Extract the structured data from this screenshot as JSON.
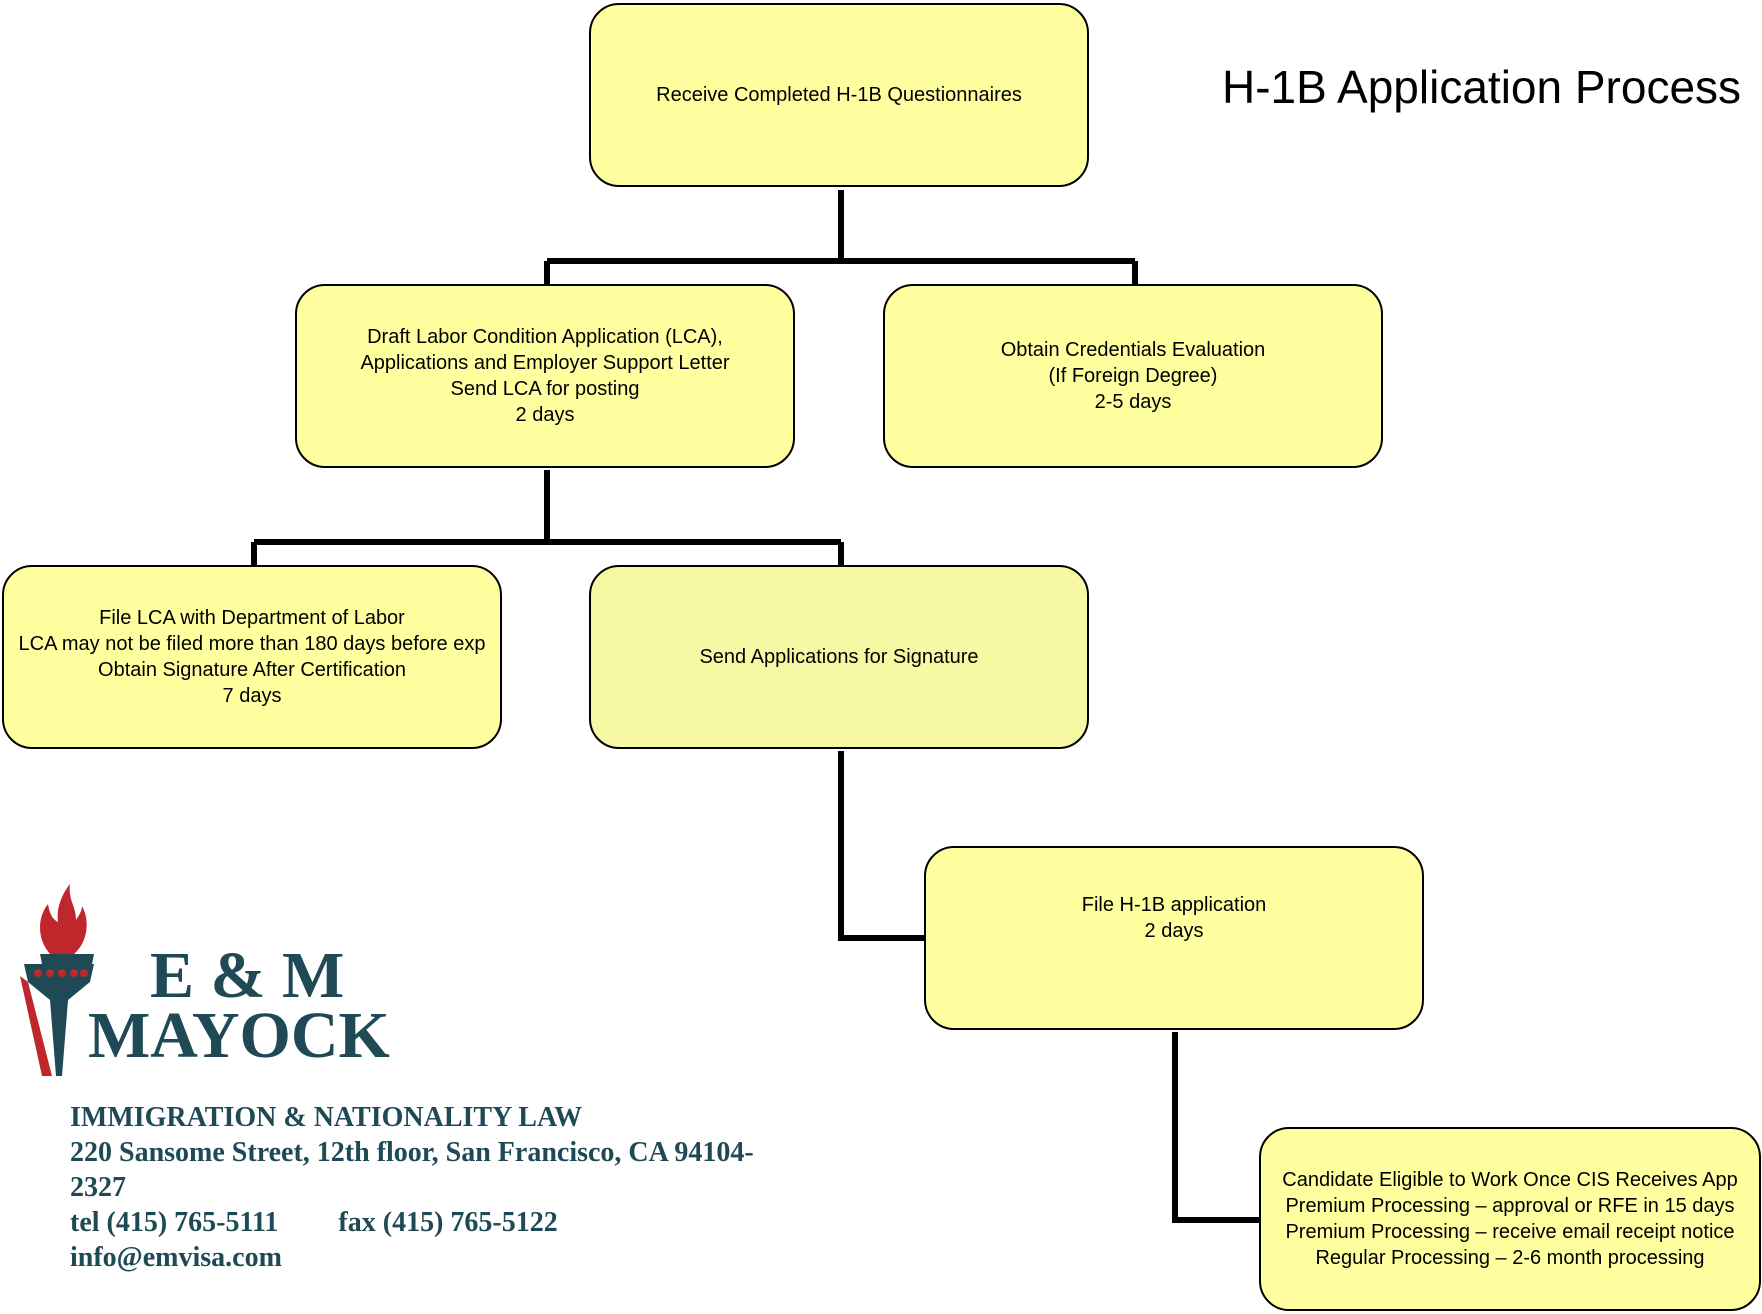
{
  "title": "H-1B Application Process",
  "boxes": {
    "questionnaires": [
      "Receive Completed H-1B Questionnaires"
    ],
    "draft_lca": [
      "Draft Labor Condition Application (LCA),",
      "Applications and Employer Support Letter",
      "Send LCA for posting",
      "2 days"
    ],
    "credentials": [
      "Obtain Credentials Evaluation",
      "(If Foreign Degree)",
      "2-5 days"
    ],
    "file_lca": [
      "File LCA with Department of Labor",
      "LCA may not be filed more than 180 days before exp",
      "Obtain Signature After Certification",
      "7 days"
    ],
    "signature": [
      "Send Applications for Signature"
    ],
    "file_h1b": [
      "File H-1B application",
      "2 days"
    ],
    "eligible": [
      "Candidate Eligible to Work Once CIS Receives App",
      "Premium Processing – approval or RFE in 15 days",
      "Premium Processing – receive email receipt notice",
      "Regular Processing – 2-6 month processing"
    ]
  },
  "firm": {
    "name_line1": "E & M",
    "name_line2": "MAYOCK",
    "practice": "IMMIGRATION & NATIONALITY LAW",
    "address_line1": "220 Sansome Street, 12th floor, San Francisco, CA 94104-",
    "address_line2": "2327",
    "tel": "tel (415) 765-5111",
    "fax": "fax (415) 765-5122",
    "email": "info@emvisa.com"
  },
  "colors": {
    "box_fill": "#ffffa0",
    "box_fill_light": "#f6f8a4",
    "brand": "#1f4a55",
    "flame": "#c0272d"
  }
}
